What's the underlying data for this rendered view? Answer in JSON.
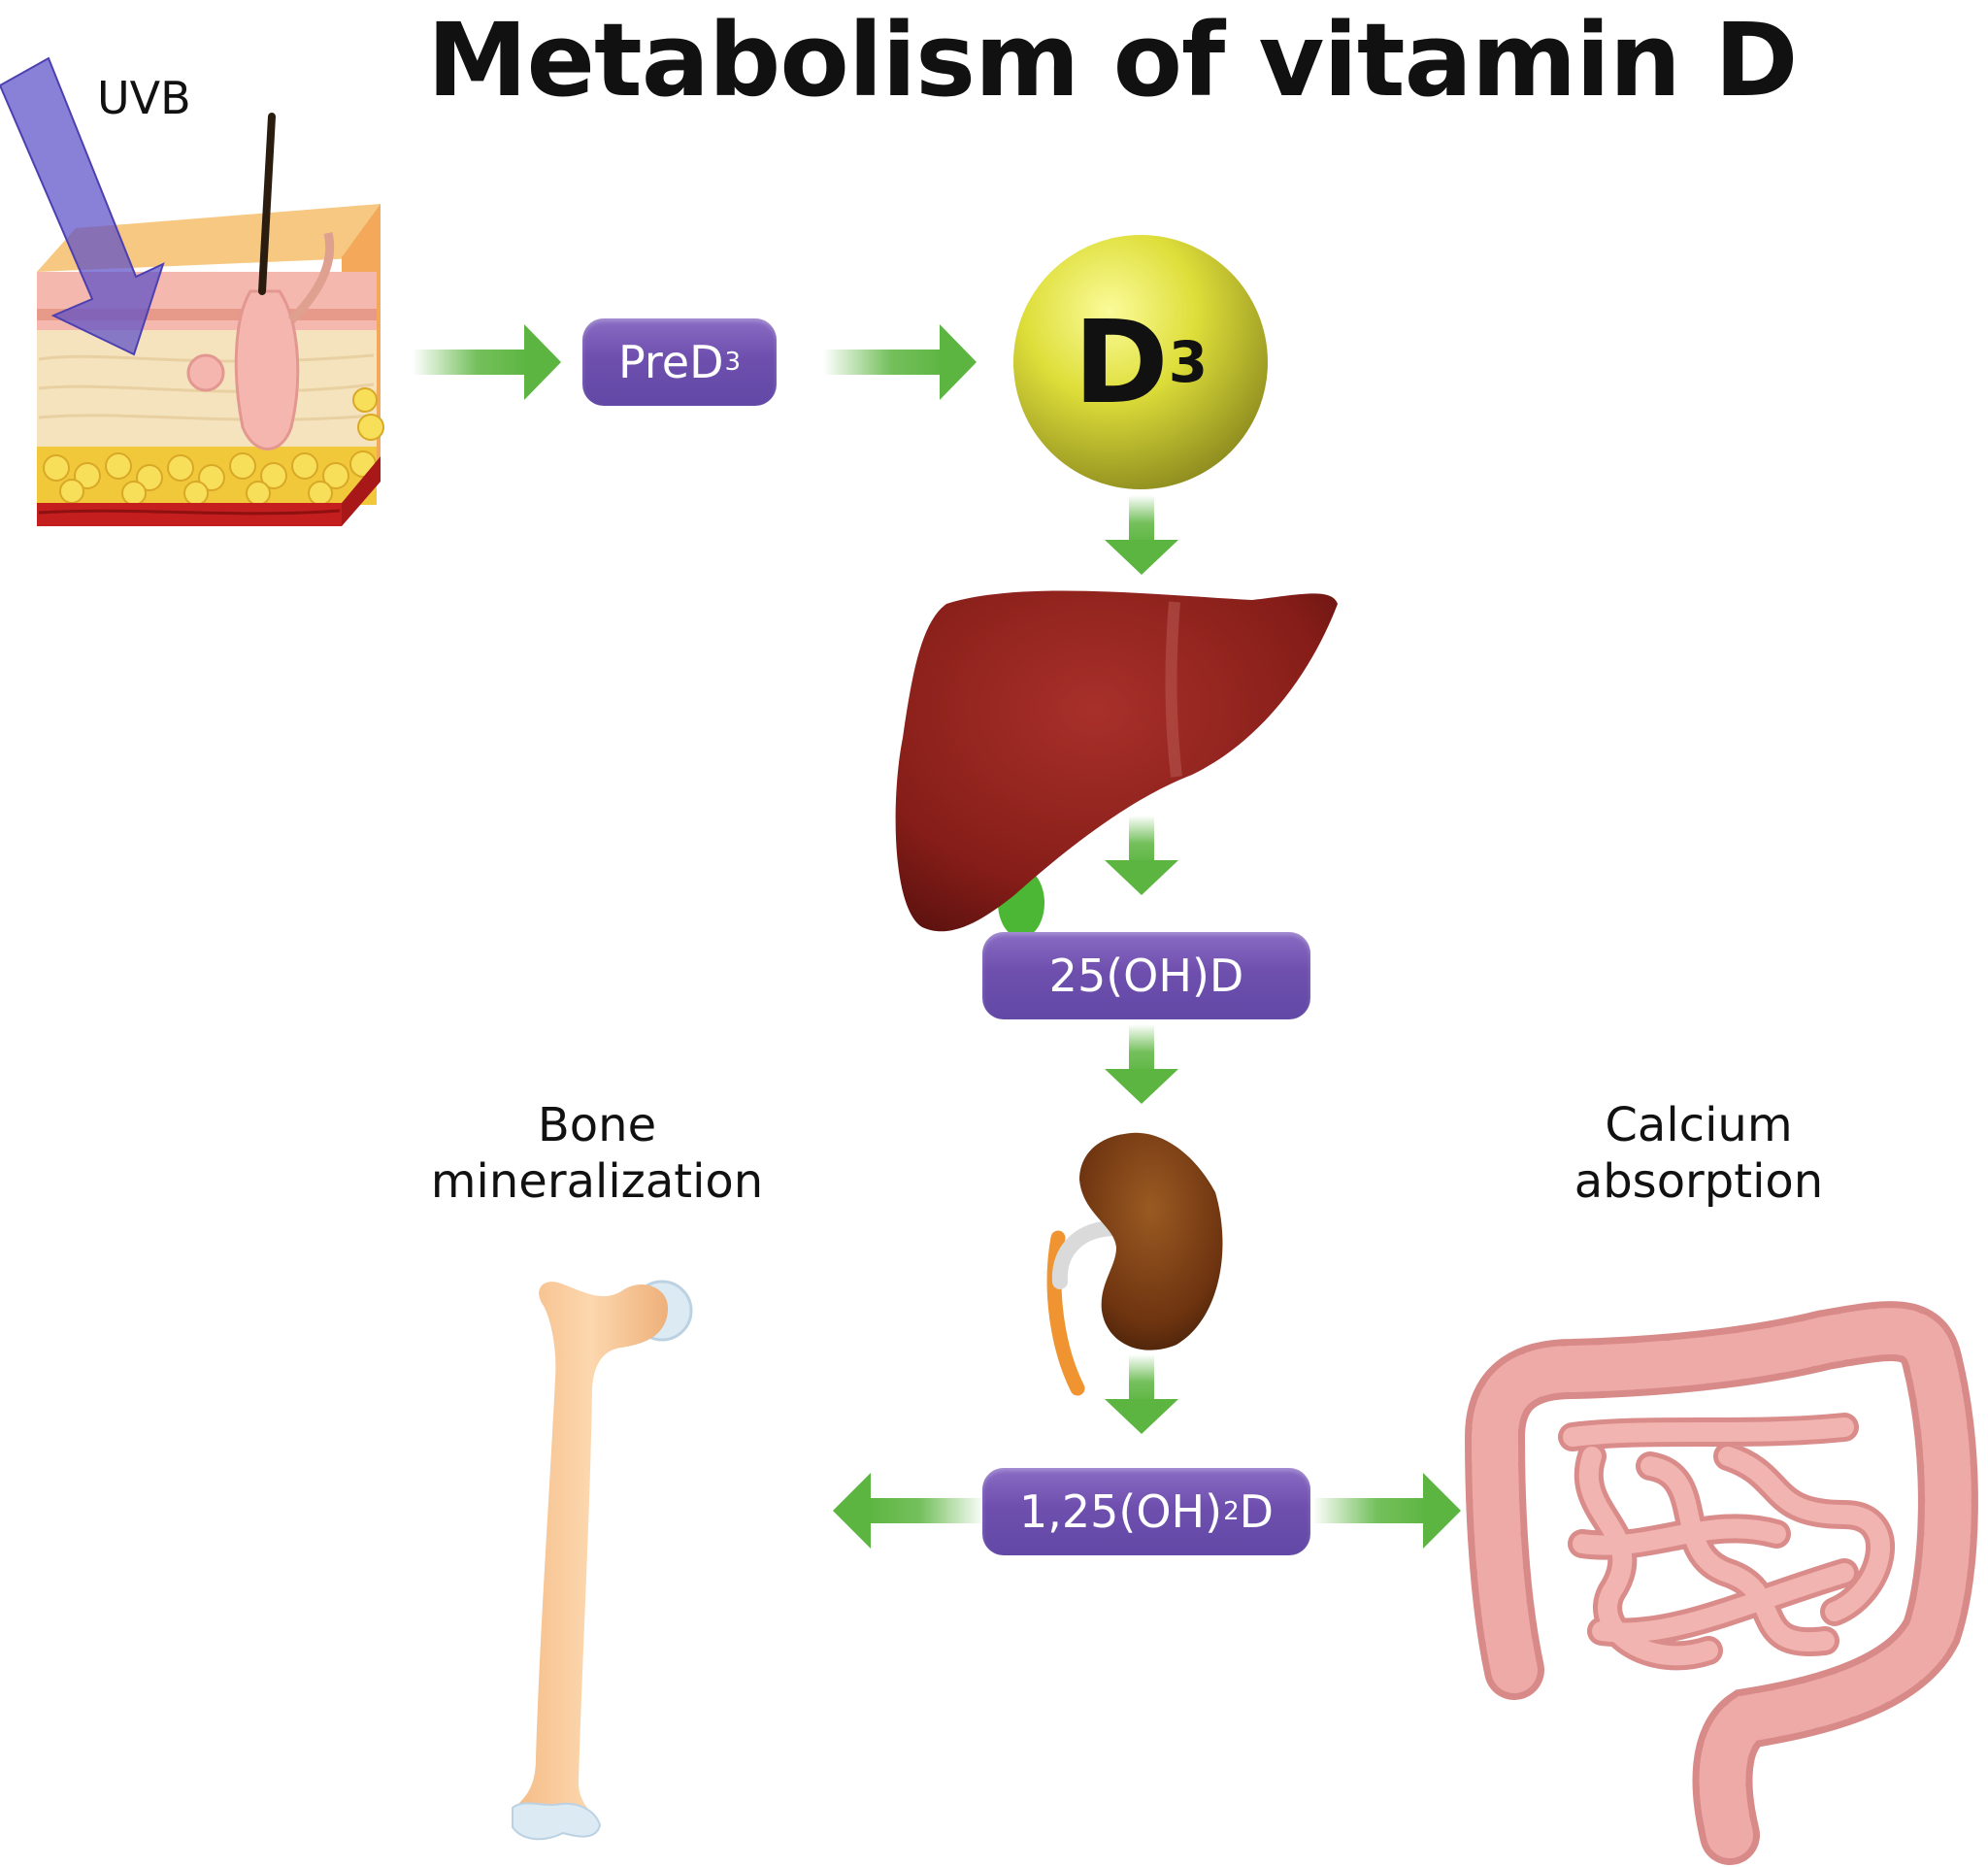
{
  "title": "Metabolism of vitamin D",
  "uvb_label": "UVB",
  "pre_d3": {
    "main": "PreD",
    "sub": "3"
  },
  "d3": {
    "main": "D",
    "sub": "3"
  },
  "hydroxy_d": "25(OH)D",
  "dihydroxy_d": {
    "pre": "1,25(OH)",
    "sub": "2",
    "post": "D"
  },
  "bone_label": {
    "line1": "Bone",
    "line2": "mineralization"
  },
  "calcium_label": {
    "line1": "Calcium",
    "line2": "absorption"
  },
  "colors": {
    "arrow": "#5cb540",
    "pill": "#6e4fae",
    "d3_ball": "#d8d935",
    "liver": "#8e1f1a",
    "kidney": "#7a3d12",
    "bone": "#f9c99a",
    "intestine": "#e89a98"
  }
}
